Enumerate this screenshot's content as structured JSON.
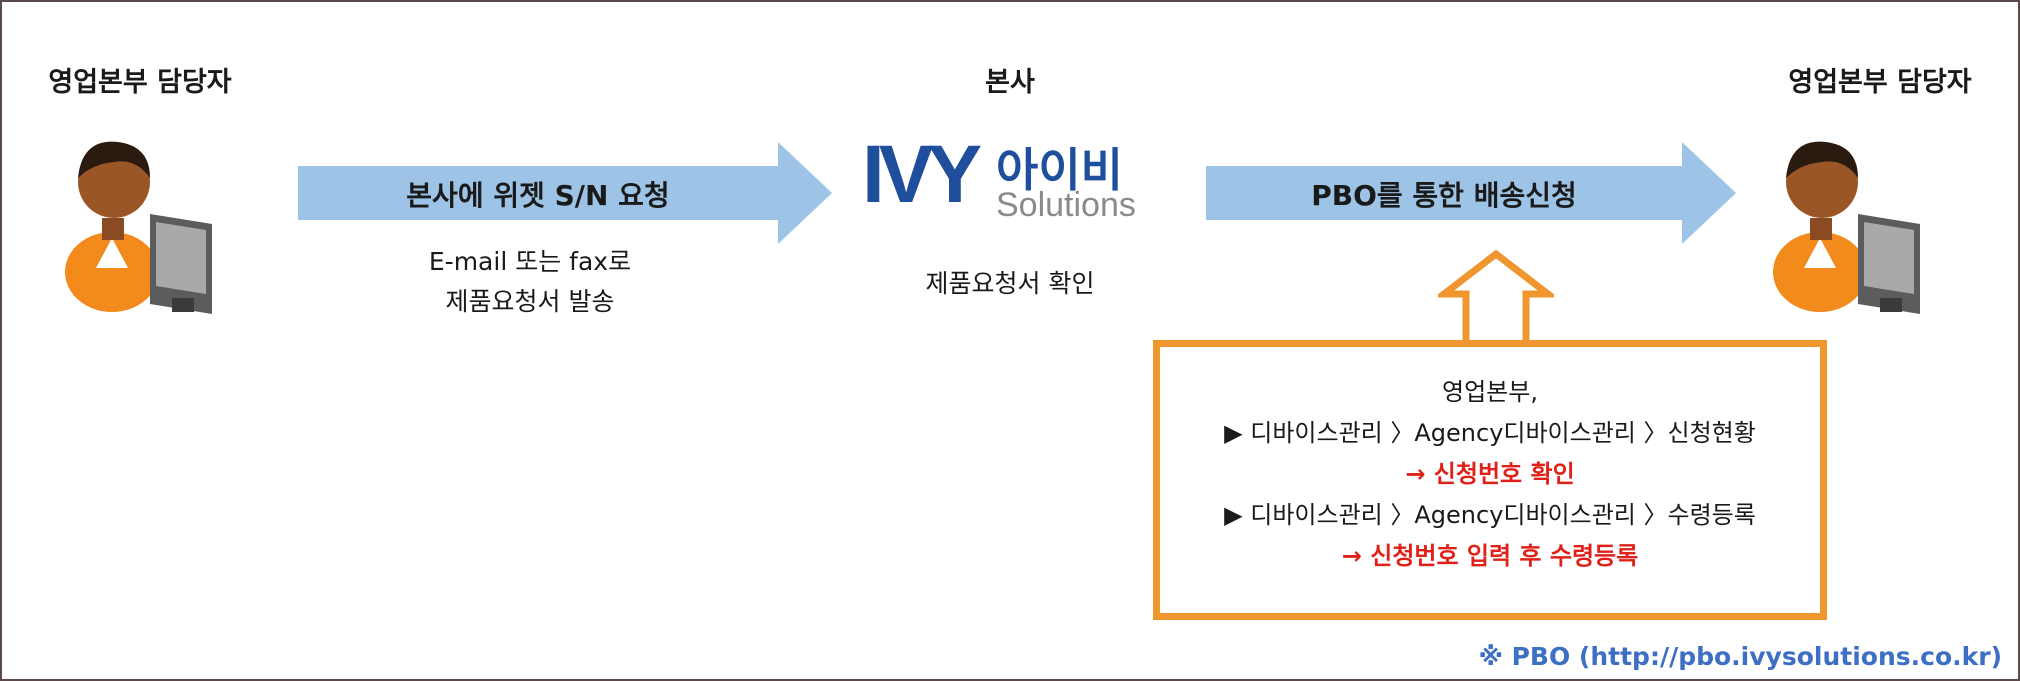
{
  "left_person": {
    "title": "영업본부 담당자",
    "icon": "user-at-computer-icon"
  },
  "center": {
    "title": "본사",
    "logo_mark": "IVY",
    "logo_korean": "아이비",
    "logo_english": "Solutions",
    "caption": "제품요청서 확인"
  },
  "right_person": {
    "title": "영업본부 담당자",
    "icon": "user-at-computer-icon"
  },
  "arrow1": {
    "label": "본사에 위젯 S/N 요청",
    "sub_line1": "E-mail 또는 fax로",
    "sub_line2": "제품요청서 발송"
  },
  "arrow2": {
    "label": "PBO를 통한 배송신청"
  },
  "instruction_box": {
    "line1": "영업본부,",
    "line2": "▶ 디바이스관리 〉Agency디바이스관리 〉신청현황",
    "line3": "→ 신청번호 확인",
    "line4": "▶ 디바이스관리 〉Agency디바이스관리 〉수령등록",
    "line5": "→ 신청번호 입력 후 수령등록"
  },
  "footnote": "※ PBO (http://pbo.ivysolutions.co.kr)",
  "colors": {
    "arrow_fill": "#9dc3e6",
    "box_border": "#f0962e",
    "highlight_red": "#e0211a",
    "footnote_blue": "#3d6fc4",
    "logo_blue": "#1f4f9c",
    "logo_gray": "#8a8a8a"
  }
}
